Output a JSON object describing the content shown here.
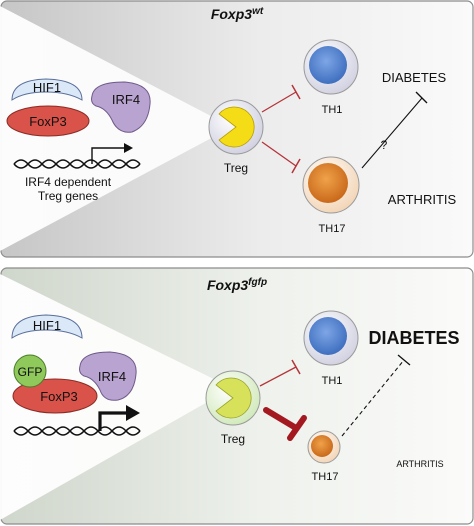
{
  "panels": {
    "top": {
      "title_main": "Foxp3",
      "title_sup": "wt",
      "proteins": {
        "hif1": "HIF1",
        "foxp3": "FoxP3",
        "irf4": "IRF4"
      },
      "dna_caption_line1": "IRF4 dependent",
      "dna_caption_line2": "Treg genes",
      "treg_label": "Treg",
      "th1_label": "TH1",
      "th17_label": "TH17",
      "diabetes_label": "DIABETES",
      "arthritis_label": "ARTHRITIS",
      "question_mark": "?"
    },
    "bottom": {
      "title_main": "Foxp3",
      "title_sup": "fgfp",
      "proteins": {
        "hif1": "HIF1",
        "gfp": "GFP",
        "foxp3": "FoxP3",
        "irf4": "IRF4"
      },
      "treg_label": "Treg",
      "th1_label": "TH1",
      "th17_label": "TH17",
      "diabetes_label": "DIABETES",
      "arthritis_label": "ARTHRITIS"
    }
  },
  "colors": {
    "panel_border": "#8c8c8c",
    "inhibition_red": "#b5343a",
    "inhibition_dark_red": "#a3191f",
    "th1_blue": "#5b8bd0",
    "th17_orange": "#e08a2e",
    "treg_yellow": "#f4dc17",
    "treg_lime": "#d7e25a",
    "foxp3_red": "#d9534a",
    "irf4_purple": "#b9a3d0",
    "hif1_blue": "#dbe8f7",
    "gfp_green": "#8fc85b"
  }
}
